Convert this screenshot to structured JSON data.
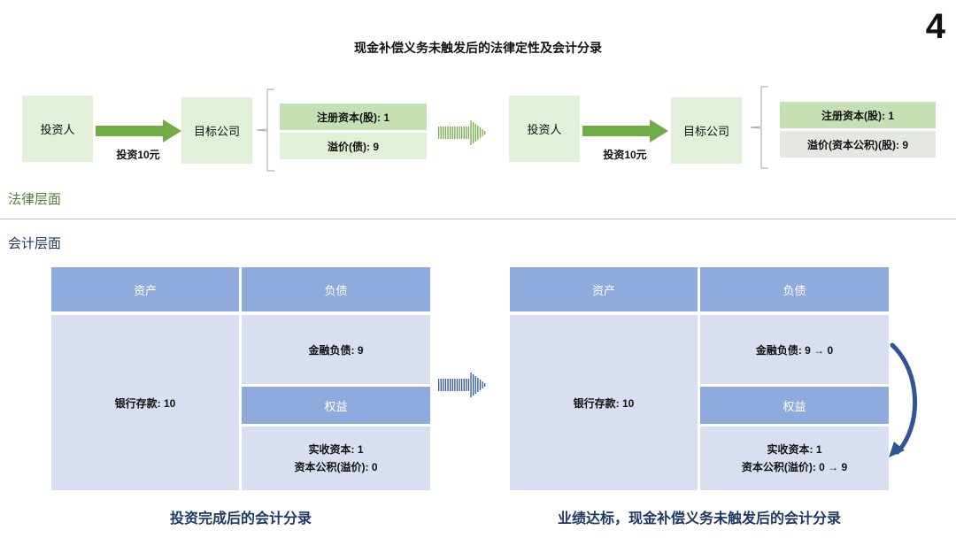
{
  "page_number": "4",
  "title": "现金补偿义务未触发后的法律定性及会计分录",
  "legal": {
    "section_label": "法律层面",
    "left": {
      "investor": "投资人",
      "arrow_label": "投资10元",
      "company": "目标公司",
      "bars": [
        "注册资本(股): 1",
        "溢价(债): 9"
      ]
    },
    "right": {
      "investor": "投资人",
      "arrow_label": "投资10元",
      "company": "目标公司",
      "bars": [
        "注册资本(股): 1",
        "溢价(资本公积)(股): 9"
      ]
    }
  },
  "accounting": {
    "section_label": "会计层面",
    "left": {
      "assets_header": "资产",
      "liab_header": "负债",
      "equity_header": "权益",
      "bank": "银行存款: 10",
      "fin_liab": "金融负债: 9",
      "paid_capital": "实收资本: 1",
      "capital_reserve": "资本公积(溢价): 0",
      "caption": "投资完成后的会计分录"
    },
    "right": {
      "assets_header": "资产",
      "liab_header": "负债",
      "equity_header": "权益",
      "bank": "银行存款: 10",
      "fin_liab": "金融负债: 9 → 0",
      "paid_capital": "实收资本: 1",
      "capital_reserve": "资本公积(溢价): 0 → 9",
      "caption": "业绩达标，现金补偿义务未触发后的会计分录"
    }
  },
  "colors": {
    "green_arrow": "#70ad47",
    "green_light": "#e2efd9",
    "green_mid": "#c6e0b4",
    "blue_header": "#8faadc",
    "blue_cell": "#d9dff0",
    "blue_arrow": "#2f5597",
    "navy_text": "#1f3864",
    "legal_text": "#548235"
  }
}
